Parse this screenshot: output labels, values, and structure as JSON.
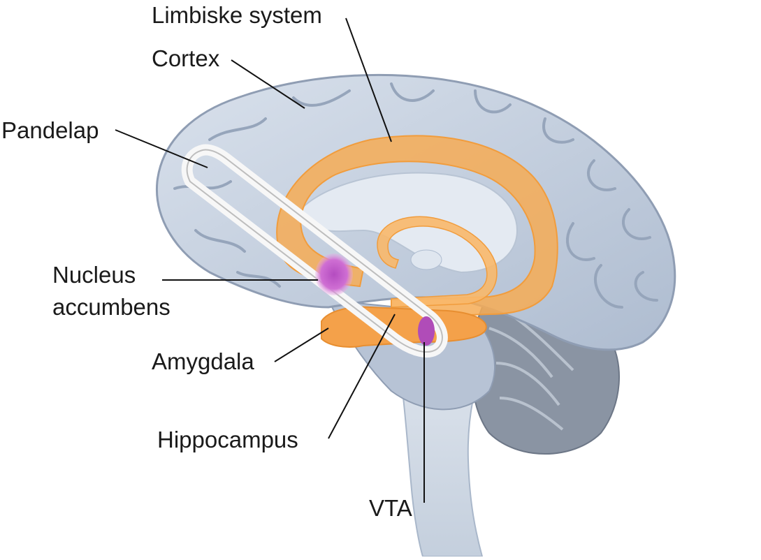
{
  "diagram": {
    "labels": {
      "limbic": "Limbiske system",
      "cortex": "Cortex",
      "frontal_lobe": "Pandelap",
      "nucleus_line1": "Nucleus",
      "nucleus_line2": "accumbens",
      "amygdala": "Amygdala",
      "hippocampus": "Hippocampus",
      "vta": "VTA"
    },
    "colors": {
      "brain": "#c9d3e2",
      "brain_outline": "#8f9db3",
      "limbic": "#f6ab55",
      "highlight": "#c458c6",
      "pathway": "#f4f4f4"
    }
  }
}
